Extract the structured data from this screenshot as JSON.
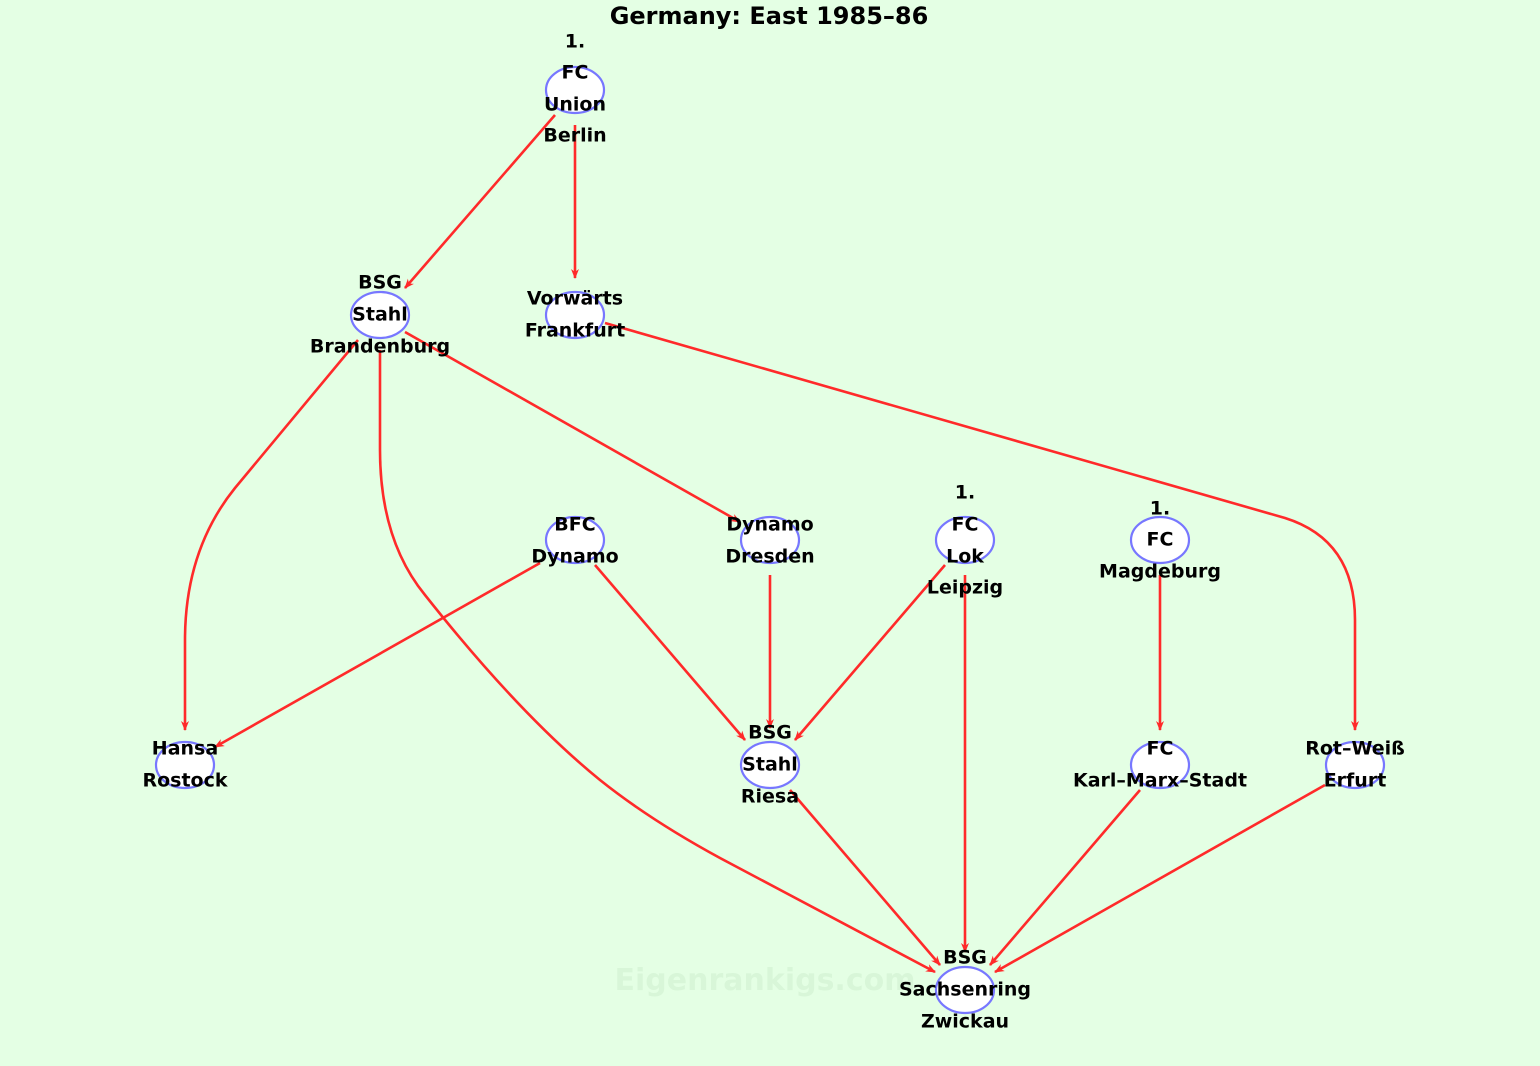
{
  "title": "Germany: East 1985–86",
  "watermark": "Eigenrankigs.com",
  "colors": {
    "background": "#e4ffe4",
    "edge": "#ff2a2a",
    "node_stroke": "#7777ff",
    "node_fill": "#ffffff"
  },
  "nodes": {
    "union": {
      "lines": [
        "1.",
        "FC",
        "Union",
        "Berlin"
      ]
    },
    "stahl_brandenburg": {
      "lines": [
        "BSG",
        "Stahl",
        "Brandenburg"
      ]
    },
    "vorwaerts": {
      "lines": [
        "Vorwärts",
        "Frankfurt"
      ]
    },
    "bfc": {
      "lines": [
        "BFC",
        "Dynamo"
      ]
    },
    "dresden": {
      "lines": [
        "Dynamo",
        "Dresden"
      ]
    },
    "lok": {
      "lines": [
        "1.",
        "FC",
        "Lok",
        "Leipzig"
      ]
    },
    "magdeburg": {
      "lines": [
        "1.",
        "FC",
        "Magdeburg"
      ]
    },
    "hansa": {
      "lines": [
        "Hansa",
        "Rostock"
      ]
    },
    "riesa": {
      "lines": [
        "BSG",
        "Stahl",
        "Riesa"
      ]
    },
    "kms": {
      "lines": [
        "FC",
        "Karl–Marx–Stadt"
      ]
    },
    "erfurt": {
      "lines": [
        "Rot–Weiß",
        "Erfurt"
      ]
    },
    "zwickau": {
      "lines": [
        "BSG",
        "Sachsenring",
        "Zwickau"
      ]
    }
  },
  "edges": [
    [
      "union",
      "stahl_brandenburg"
    ],
    [
      "union",
      "vorwaerts"
    ],
    [
      "stahl_brandenburg",
      "hansa"
    ],
    [
      "stahl_brandenburg",
      "zwickau"
    ],
    [
      "stahl_brandenburg",
      "dresden"
    ],
    [
      "vorwaerts",
      "erfurt"
    ],
    [
      "bfc",
      "hansa"
    ],
    [
      "bfc",
      "riesa"
    ],
    [
      "dresden",
      "riesa"
    ],
    [
      "lok",
      "riesa"
    ],
    [
      "lok",
      "zwickau"
    ],
    [
      "magdeburg",
      "kms"
    ],
    [
      "riesa",
      "zwickau"
    ],
    [
      "kms",
      "zwickau"
    ],
    [
      "erfurt",
      "zwickau"
    ]
  ]
}
